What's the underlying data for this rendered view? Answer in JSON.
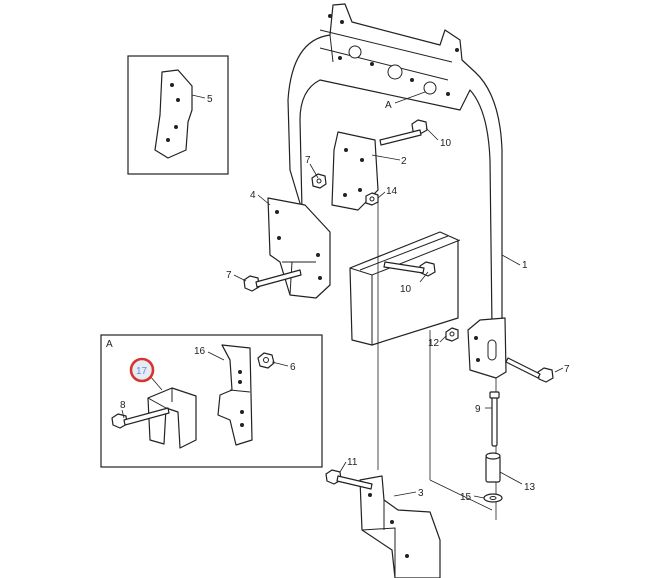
{
  "callouts": {
    "c1": "1",
    "c2": "2",
    "c3": "3",
    "c4": "4",
    "c5": "5",
    "c6": "6",
    "c7a": "7",
    "c7b": "7",
    "c7c": "7",
    "c8": "8",
    "c9": "9",
    "c10a": "10",
    "c10b": "10",
    "c11": "11",
    "c12": "12",
    "c13": "13",
    "c14": "14",
    "c15": "15",
    "c16": "16",
    "c17": "17"
  },
  "view_labels": {
    "main": "A",
    "inset": "A"
  },
  "highlight": {
    "part": "17",
    "ring_color": "#d9342b",
    "fill_color": "#e4ecf7"
  }
}
